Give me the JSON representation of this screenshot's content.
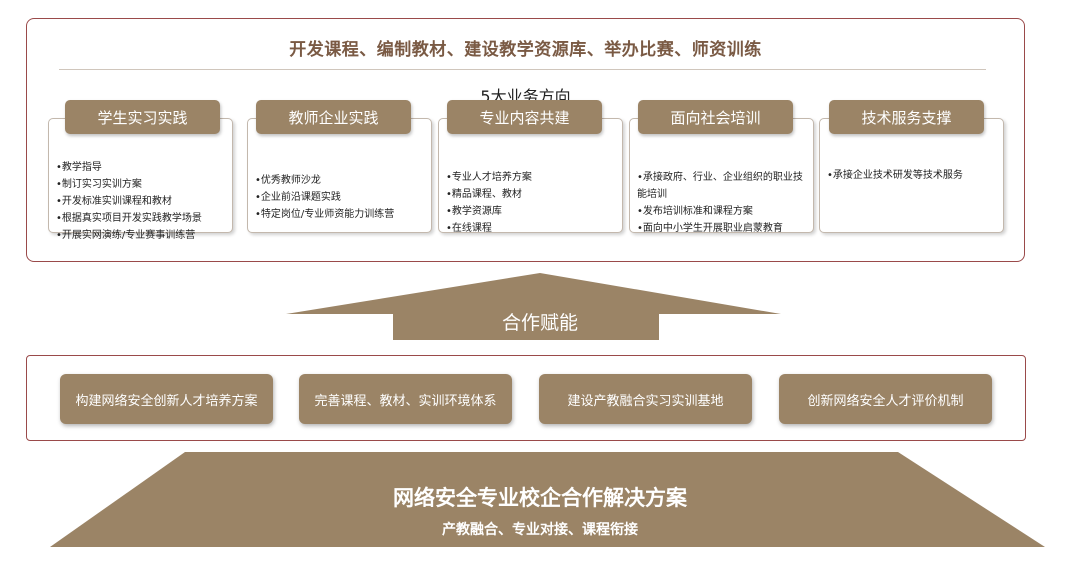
{
  "top": {
    "title": "开发课程、编制教材、建设教学资源库、举办比赛、师资训练",
    "subtitle": "5大业务方向"
  },
  "directions": [
    {
      "label": "学生实习实践",
      "items": [
        "教学指导",
        "制订实习实训方案",
        "开发标准实训课程和教材",
        "根据真实项目开发实践教学场景",
        "开展实网演练/专业赛事训练营"
      ]
    },
    {
      "label": "教师企业实践",
      "items": [
        "优秀教师沙龙",
        "企业前沿课题实践",
        "特定岗位/专业师资能力训练营"
      ]
    },
    {
      "label": "专业内容共建",
      "items": [
        "专业人才培养方案",
        "精品课程、教材",
        "教学资源库",
        "在线课程"
      ]
    },
    {
      "label": "面向社会培训",
      "items": [
        "承接政府、行业、企业组织的职业技能培训",
        "发布培训标准和课程方案",
        "面向中小学生开展职业启蒙教育"
      ]
    },
    {
      "label": "技术服务支撑",
      "items": [
        "承接企业技术研发等技术服务"
      ]
    }
  ],
  "arrow_label": "合作赋能",
  "foundations": [
    "构建网络安全创新人才培养方案",
    "完善课程、教材、实训环境体系",
    "建设产教融合实习实训基地",
    "创新网络安全人才评价机制"
  ],
  "base": {
    "title": "网络安全专业校企合作解决方案",
    "subtitle": "产教融合、专业对接、课程衔接"
  },
  "colors": {
    "accent": "#9b8466",
    "frame": "#9a4a4a",
    "title_text": "#7a5a44"
  }
}
